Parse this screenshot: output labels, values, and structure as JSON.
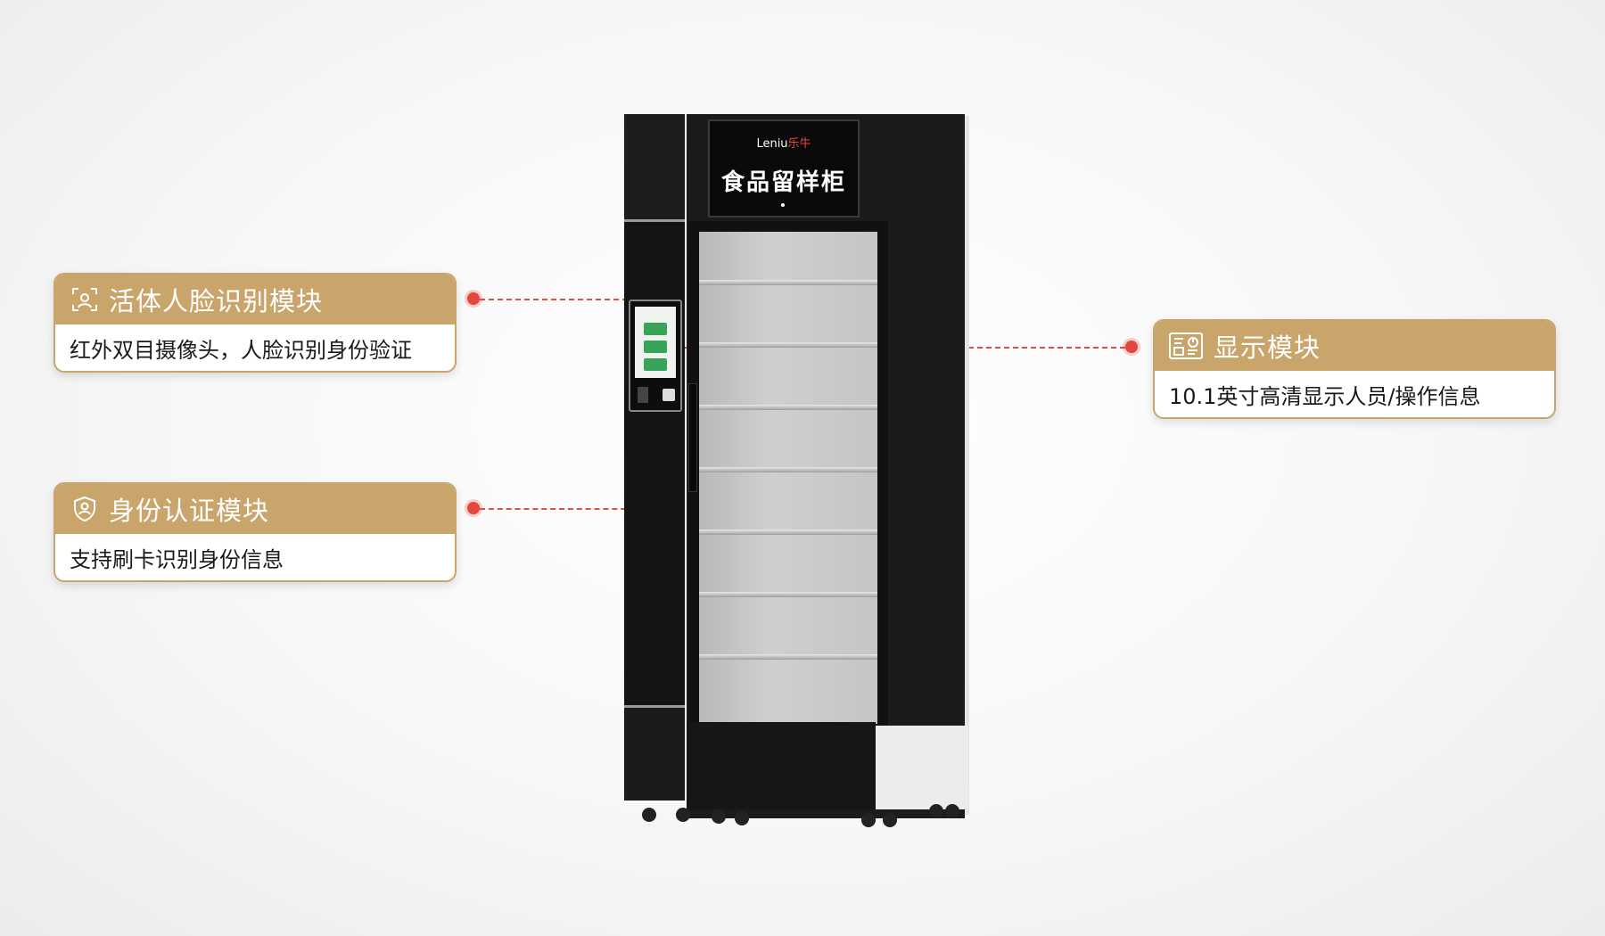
{
  "cabinet": {
    "brand_logo": "Leniu乐牛",
    "display_title": "食品留样柜"
  },
  "callouts": {
    "face": {
      "icon": "face-scan-icon",
      "title": "活体人脸识别模块",
      "description": "红外双目摄像头，人脸识别身份验证"
    },
    "identity": {
      "icon": "shield-user-icon",
      "title": "身份认证模块",
      "description": "支持刷卡识别身份信息"
    },
    "display": {
      "icon": "display-panel-icon",
      "title": "显示模块",
      "description": "10.1英寸高清显示人员/操作信息"
    }
  },
  "colors": {
    "accent_gold": "#c9a56b",
    "leader_red": "#e3463c",
    "cabinet_black": "#141414"
  }
}
